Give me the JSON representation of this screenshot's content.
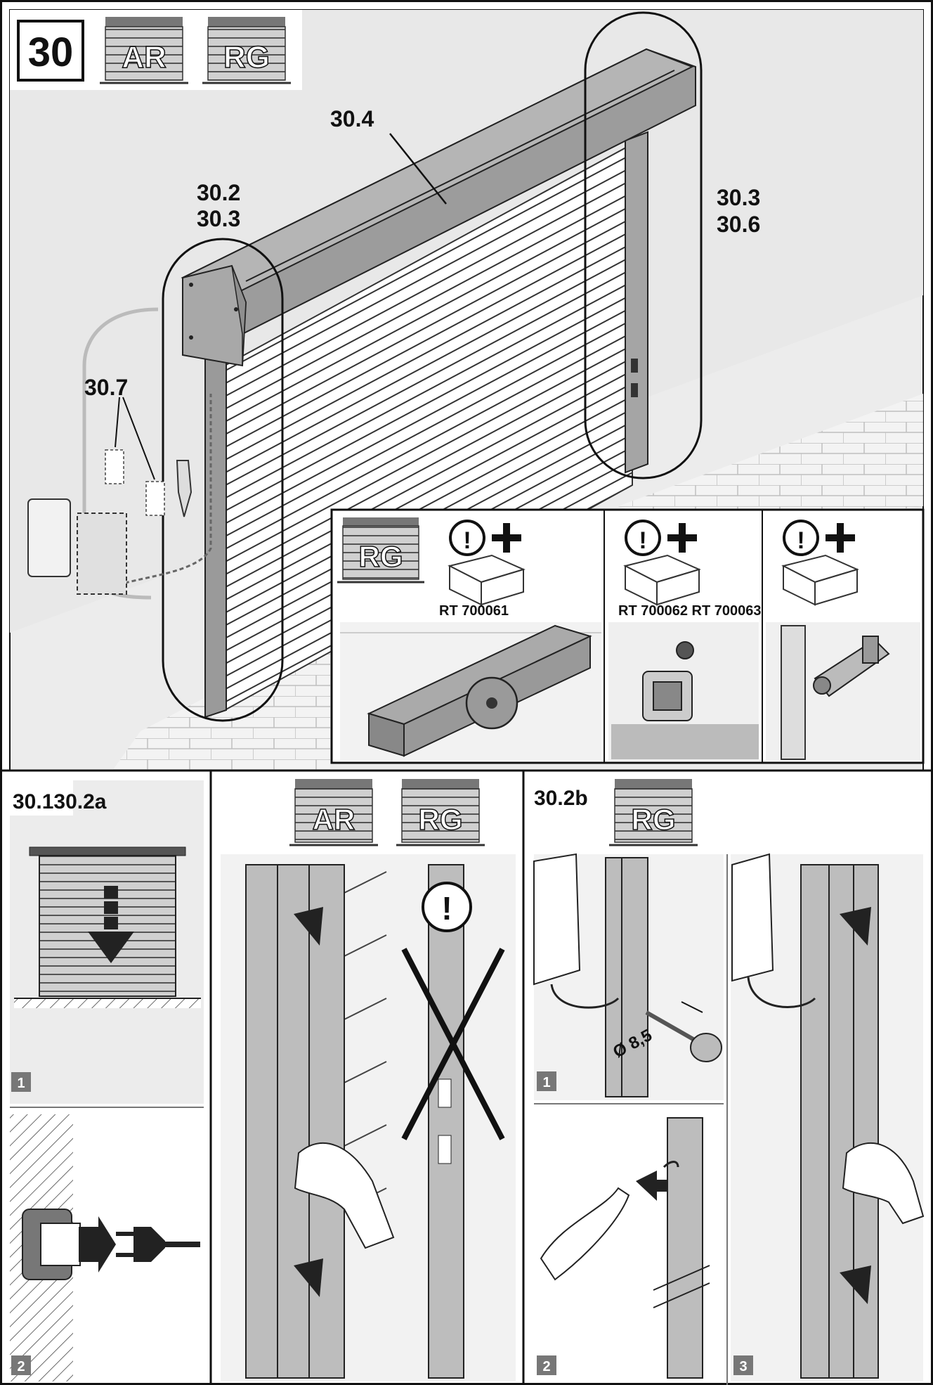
{
  "header": {
    "figure_number": "30",
    "icon_ar": "AR",
    "icon_rg": "RG"
  },
  "main_figure": {
    "callout_30_4": "30.4",
    "callout_30_2": "30.2",
    "callout_30_3_left": "30.3",
    "callout_30_3_right": "30.3",
    "callout_30_6": "30.6",
    "callout_30_7": "30.7"
  },
  "inset": {
    "icon_rg": "RG",
    "accessories": [
      {
        "code": "RT 700061"
      },
      {
        "code": "RT 700062 RT 700063"
      }
    ]
  },
  "bottom_left": {
    "title": "30.130.2a",
    "step1": "1",
    "step2": "2"
  },
  "bottom_middle": {
    "icon_ar": "AR",
    "icon_rg": "RG"
  },
  "bottom_right": {
    "title": "30.2b",
    "icon_rg": "RG",
    "drill_diameter": "Ø 8,5",
    "step1": "1",
    "step2": "2",
    "step3": "3"
  }
}
